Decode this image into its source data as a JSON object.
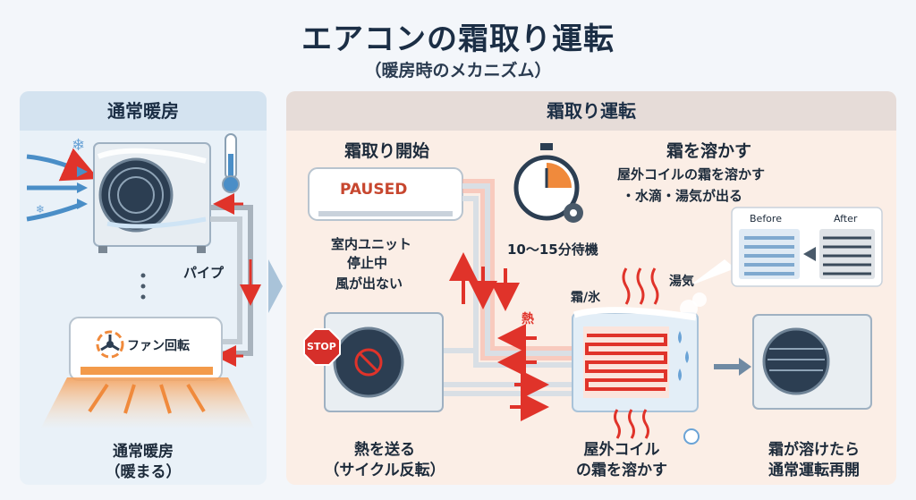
{
  "title": "エアコンの霜取り運転",
  "subtitle": "（暖房時のメカニズム）",
  "left_panel": {
    "heading": "通常暖房",
    "pipe_label": "パイプ",
    "fan_label": "ファン回転",
    "bottom_line1": "通常暖房",
    "bottom_line2": "（暖まる）"
  },
  "right_panel": {
    "heading": "霜取り運転",
    "start_heading": "霜取り開始",
    "paused_display": "PAUSED",
    "indoor_line1": "室内ユニット",
    "indoor_line2": "停止中",
    "indoor_line3": "風が出ない",
    "stop_sign": "STOP",
    "wait_label": "10～15分待機",
    "melt_heading": "霜を溶かす",
    "melt_line1": "屋外コイルの霜を溶かす",
    "melt_line2": "・水滴・湯気が出る",
    "before_label": "Before",
    "after_label": "After",
    "frost_label": "霜/氷",
    "steam_label": "湯気",
    "heat_label": "熱",
    "send_heat_line1": "熱を送る",
    "send_heat_line2": "（サイクル反転）",
    "outdoor_line1": "屋外コイル",
    "outdoor_line2": "の霜を溶かす",
    "resume_line1": "霜が溶けたら",
    "resume_line2": "通常運転再開"
  },
  "colors": {
    "heat_red": "#e0332a",
    "frost_blue": "#4a8ec7",
    "warm_orange": "#f08a3c"
  }
}
